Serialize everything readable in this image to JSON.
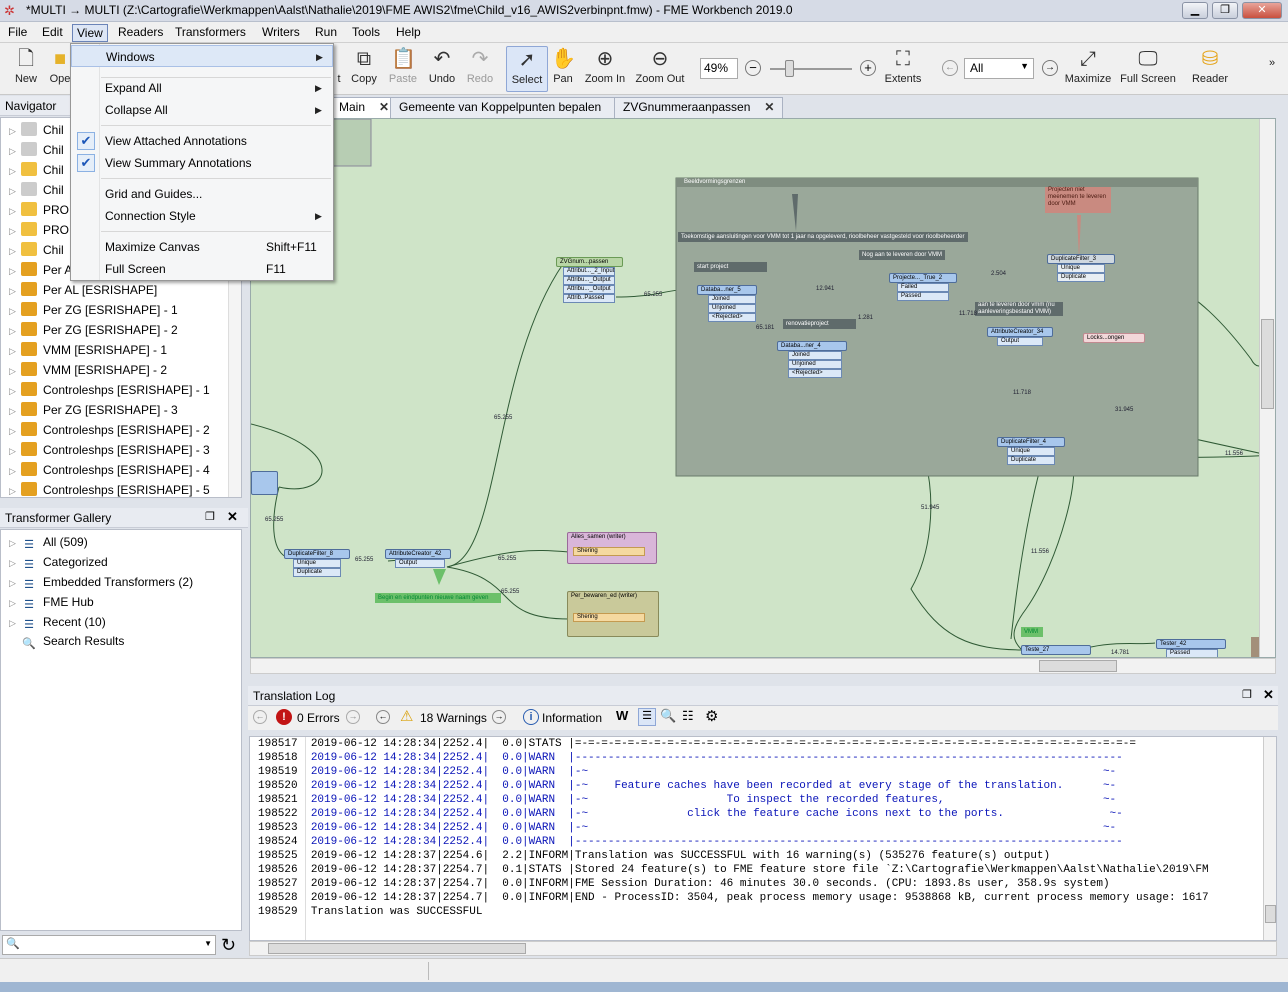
{
  "window": {
    "title": "*MULTI → MULTI (Z:\\Cartografie\\Werkmappen\\Aalst\\Nathalie\\2019\\FME AWIS2\\fme\\Child_v16_AWIS2verbinpnt.fmw) - FME Workbench 2019.0"
  },
  "menubar": [
    "File",
    "Edit",
    "View",
    "Readers",
    "Transformers",
    "Writers",
    "Run",
    "Tools",
    "Help"
  ],
  "toolbar": {
    "new": "New",
    "open": "Ope",
    "cut": "t",
    "copy": "Copy",
    "paste": "Paste",
    "undo": "Undo",
    "redo": "Redo",
    "select": "Select",
    "pan": "Pan",
    "zoom_in": "Zoom In",
    "zoom_out": "Zoom Out",
    "zoom_value": "49%",
    "extents": "Extents",
    "filter_value": "All",
    "maximize": "Maximize",
    "full_screen": "Full Screen",
    "reader": "Reader"
  },
  "view_menu": {
    "windows": "Windows",
    "expand_all": "Expand All",
    "collapse_all": "Collapse All",
    "attached_annotations": "View Attached Annotations",
    "summary_annotations": "View Summary Annotations",
    "grid_guides": "Grid and Guides...",
    "connection_style": "Connection Style",
    "maximize_canvas": "Maximize Canvas",
    "maximize_canvas_shortcut": "Shift+F11",
    "full_screen": "Full Screen",
    "full_screen_shortcut": "F11"
  },
  "navigator": {
    "title": "Navigator",
    "items": [
      "Chil",
      "Chil",
      "Chil",
      "Chil",
      "PRO",
      "PRO",
      "Chil",
      "Per A",
      "Per AL [ESRISHAPE]",
      "Per ZG [ESRISHAPE] - 1",
      "Per ZG [ESRISHAPE] - 2",
      "VMM [ESRISHAPE] - 1",
      "VMM [ESRISHAPE] - 2",
      "Controleshps [ESRISHAPE] - 1",
      "Per ZG [ESRISHAPE] - 3",
      "Controleshps [ESRISHAPE] - 2",
      "Controleshps [ESRISHAPE] - 3",
      "Controleshps [ESRISHAPE] - 4",
      "Controleshps [ESRISHAPE] - 5"
    ]
  },
  "gallery": {
    "title": "Transformer Gallery",
    "items": [
      "All (509)",
      "Categorized",
      "Embedded Transformers (2)",
      "FME Hub",
      "Recent (10)",
      "Search Results"
    ]
  },
  "tabs": [
    "Main",
    "Gemeente van Koppelpunten bepalen",
    "ZVGnummeraanpassen"
  ],
  "canvas": {
    "bookmark_title": "Beeldvormingsgrenzen",
    "note_vmm": "Projecten niet meenemen te leveren door VMM",
    "annot_1": "Toekomstige aansluitingen voor VMM tot 1 jaar na opgeleverd, rioolbeheer vastgesteld voor rioolbeheerder",
    "annot_startproject": "start project",
    "annot_nog": "Nog aan te leveren door VMM",
    "annot_renovatie": "renovatieproject",
    "annot_aan": "aan te leveren door vmm (nu aanleveringsbestand VMM)",
    "annot_begin": "Begin en eindpunten nieuwe naam geven",
    "annot_vmm": "VMM",
    "t_zvg": "ZVGnum...passen",
    "t_z_ports": [
      "Attribut..._2_Input",
      "Attribu..._Output",
      "Attribu..._Output",
      "Attrib..Passed"
    ],
    "t_db1": "Databa...ner_5",
    "t_db1_ports": [
      "Joined",
      "Unjoined",
      "<Rejected>"
    ],
    "t_db2": "Databa...ner_4",
    "t_db2_ports": [
      "Joined",
      "Unjoined",
      "<Rejected>"
    ],
    "t_tester": "Projecte..._True_2",
    "t_tester_ports": [
      "Failed",
      "Passed"
    ],
    "t_dup3": "DuplicateFilter_3",
    "t_dup3_ports": [
      "Unique",
      "Duplicate"
    ],
    "t_attr34": "AttributeCreator_34",
    "t_attr34_ports": [
      "Output"
    ],
    "t_locks": "Locks...ongen",
    "t_dup4": "DuplicateFilter_4",
    "t_dup4_ports": [
      "Unique",
      "Duplicate"
    ],
    "t_dup8": "DuplicateFilter_8",
    "t_dup8_ports": [
      "Unique",
      "Duplicate"
    ],
    "t_attr42": "AttributeCreator_42",
    "t_attr42_ports": [
      "Output"
    ],
    "w_alles": "Alles_samen (writer)",
    "w_alles_port": "Shering",
    "w_per": "Per_bewaren_ed (writer)",
    "w_per_port": "Shering",
    "t_tester27": "Teste_27",
    "t_tester42": "Tester_42",
    "t_tester42_port": "Passed",
    "counts": [
      "65.255",
      "65.255",
      "65.255",
      "65.255",
      "65.255",
      "65.255",
      "12.941",
      "65.181",
      "1.281",
      "2.504",
      "11.718",
      "11.718",
      "31.945",
      "51.945",
      "11.556",
      "11.556",
      "14.781"
    ]
  },
  "log": {
    "title": "Translation Log",
    "errors": "0 Errors",
    "warnings": "18 Warnings",
    "information": "Information",
    "lines": [
      {
        "n": "198517",
        "t": "2019-06-12 14:28:34|2252.4|  0.0|STATS |=-=-=-=-=-=-=-=-=-=-=-=-=-=-=-=-=-=-=-=-=-=-=-=-=-=-=-=-=-=-=-=-=-=-=-=-=-=-=-=-=-=-=",
        "w": false
      },
      {
        "n": "198518",
        "t": "2019-06-12 14:28:34|2252.4|  0.0|WARN  |-----------------------------------------------------------------------------------",
        "w": true
      },
      {
        "n": "198519",
        "t": "2019-06-12 14:28:34|2252.4|  0.0|WARN  |-~                                                                              ~-",
        "w": true
      },
      {
        "n": "198520",
        "t": "2019-06-12 14:28:34|2252.4|  0.0|WARN  |-~    Feature caches have been recorded at every stage of the translation.      ~-",
        "w": true
      },
      {
        "n": "198521",
        "t": "2019-06-12 14:28:34|2252.4|  0.0|WARN  |-~                     To inspect the recorded features,                        ~-",
        "w": true
      },
      {
        "n": "198522",
        "t": "2019-06-12 14:28:34|2252.4|  0.0|WARN  |-~               click the feature cache icons next to the ports.                ~-",
        "w": true
      },
      {
        "n": "198523",
        "t": "2019-06-12 14:28:34|2252.4|  0.0|WARN  |-~                                                                              ~-",
        "w": true
      },
      {
        "n": "198524",
        "t": "2019-06-12 14:28:34|2252.4|  0.0|WARN  |-----------------------------------------------------------------------------------",
        "w": true
      },
      {
        "n": "198525",
        "t": "2019-06-12 14:28:37|2254.6|  2.2|INFORM|Translation was SUCCESSFUL with 16 warning(s) (535276 feature(s) output)",
        "w": false
      },
      {
        "n": "198526",
        "t": "2019-06-12 14:28:37|2254.7|  0.1|STATS |Stored 24 feature(s) to FME feature store file `Z:\\Cartografie\\Werkmappen\\Aalst\\Nathalie\\2019\\FM",
        "w": false
      },
      {
        "n": "198527",
        "t": "2019-06-12 14:28:37|2254.7|  0.0|INFORM|FME Session Duration: 46 minutes 30.0 seconds. (CPU: 1893.8s user, 358.9s system)",
        "w": false
      },
      {
        "n": "198528",
        "t": "2019-06-12 14:28:37|2254.7|  0.0|INFORM|END - ProcessID: 3504, peak process memory usage: 9538868 kB, current process memory usage: 1617",
        "w": false
      },
      {
        "n": "198529",
        "t": "Translation was SUCCESSFUL",
        "w": false
      }
    ]
  }
}
